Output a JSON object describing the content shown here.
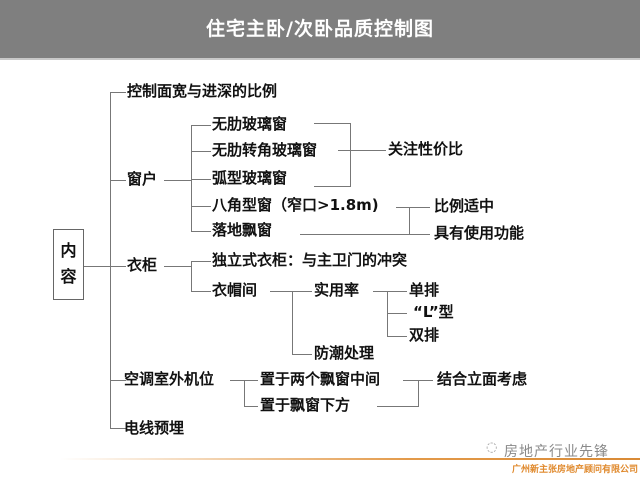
{
  "header": {
    "title": "住宅主卧/次卧品质控制图"
  },
  "root": {
    "label_line1": "内",
    "label_line2": "容"
  },
  "level1": {
    "ratio": "控制面宽与进深的比例",
    "window": "窗户",
    "wardrobe": "衣柜",
    "ac": "空调室外机位",
    "wiring": "电线预埋"
  },
  "window": {
    "items": [
      "无肋玻璃窗",
      "无肋转角玻璃窗",
      "弧型玻璃窗",
      "八角型窗（窄口>1.8m)",
      "落地飘窗"
    ],
    "note_value": "关注性价比",
    "note_ratio": "比例适中",
    "note_function": "具有使用功能"
  },
  "wardrobe": {
    "standalone": "独立式衣柜：与主卫门的冲突",
    "cloakroom": "衣帽间",
    "usage_rate": "实用率",
    "usage_types": [
      "单排",
      "“L”型",
      "双排"
    ],
    "moisture": "防潮处理"
  },
  "ac": {
    "items": [
      "置于两个飘窗中间",
      "置于飘窗下方"
    ],
    "note": "结合立面考虑"
  },
  "footer": {
    "brand": "房地产行业先锋",
    "brand_icon": "wechat-icon",
    "company": "广州新主张房地产顾问有限公司",
    "accent_color": "#e08a2e"
  }
}
